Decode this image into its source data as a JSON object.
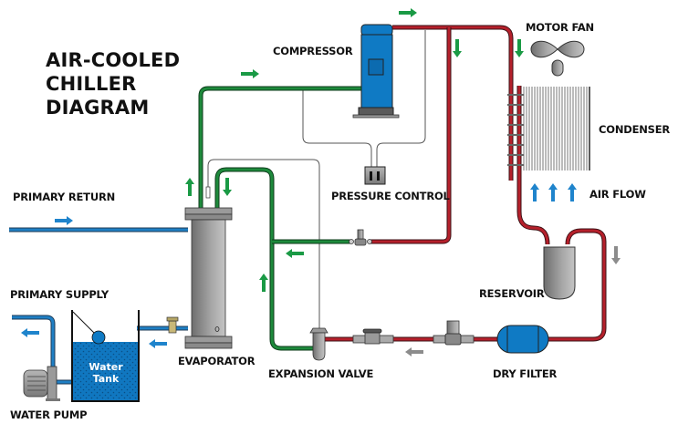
{
  "title": {
    "lines": [
      "AIR-COOLED",
      "CHILLER",
      "DIAGRAM"
    ]
  },
  "labels": {
    "compressor": "COMPRESSOR",
    "motor_fan": "MOTOR FAN",
    "condenser": "CONDENSER",
    "air_flow": "AIR FLOW",
    "pressure_control": "PRESSURE CONTROL",
    "primary_return": "PRIMARY RETURN",
    "primary_supply": "PRIMARY SUPPLY",
    "reservoir": "RESERVOIR",
    "evaporator": "EVAPORATOR",
    "expansion_valve": "EXPANSION VALVE",
    "dry_filter": "DRY FILTER",
    "water_pump": "WATER PUMP",
    "water_tank_line1": "Water",
    "water_tank_line2": "Tank"
  },
  "colors": {
    "refrigerant_hot": "#b5202b",
    "refrigerant_cold": "#1e8a3c",
    "water": "#1f7fc4",
    "component_blue": "#0f7ac4",
    "component_gray": "#9a9a9a",
    "flow_arrow_green": "#1a9a45",
    "flow_arrow_blue": "#1f84cc",
    "flow_arrow_gray": "#8c8c8c"
  }
}
